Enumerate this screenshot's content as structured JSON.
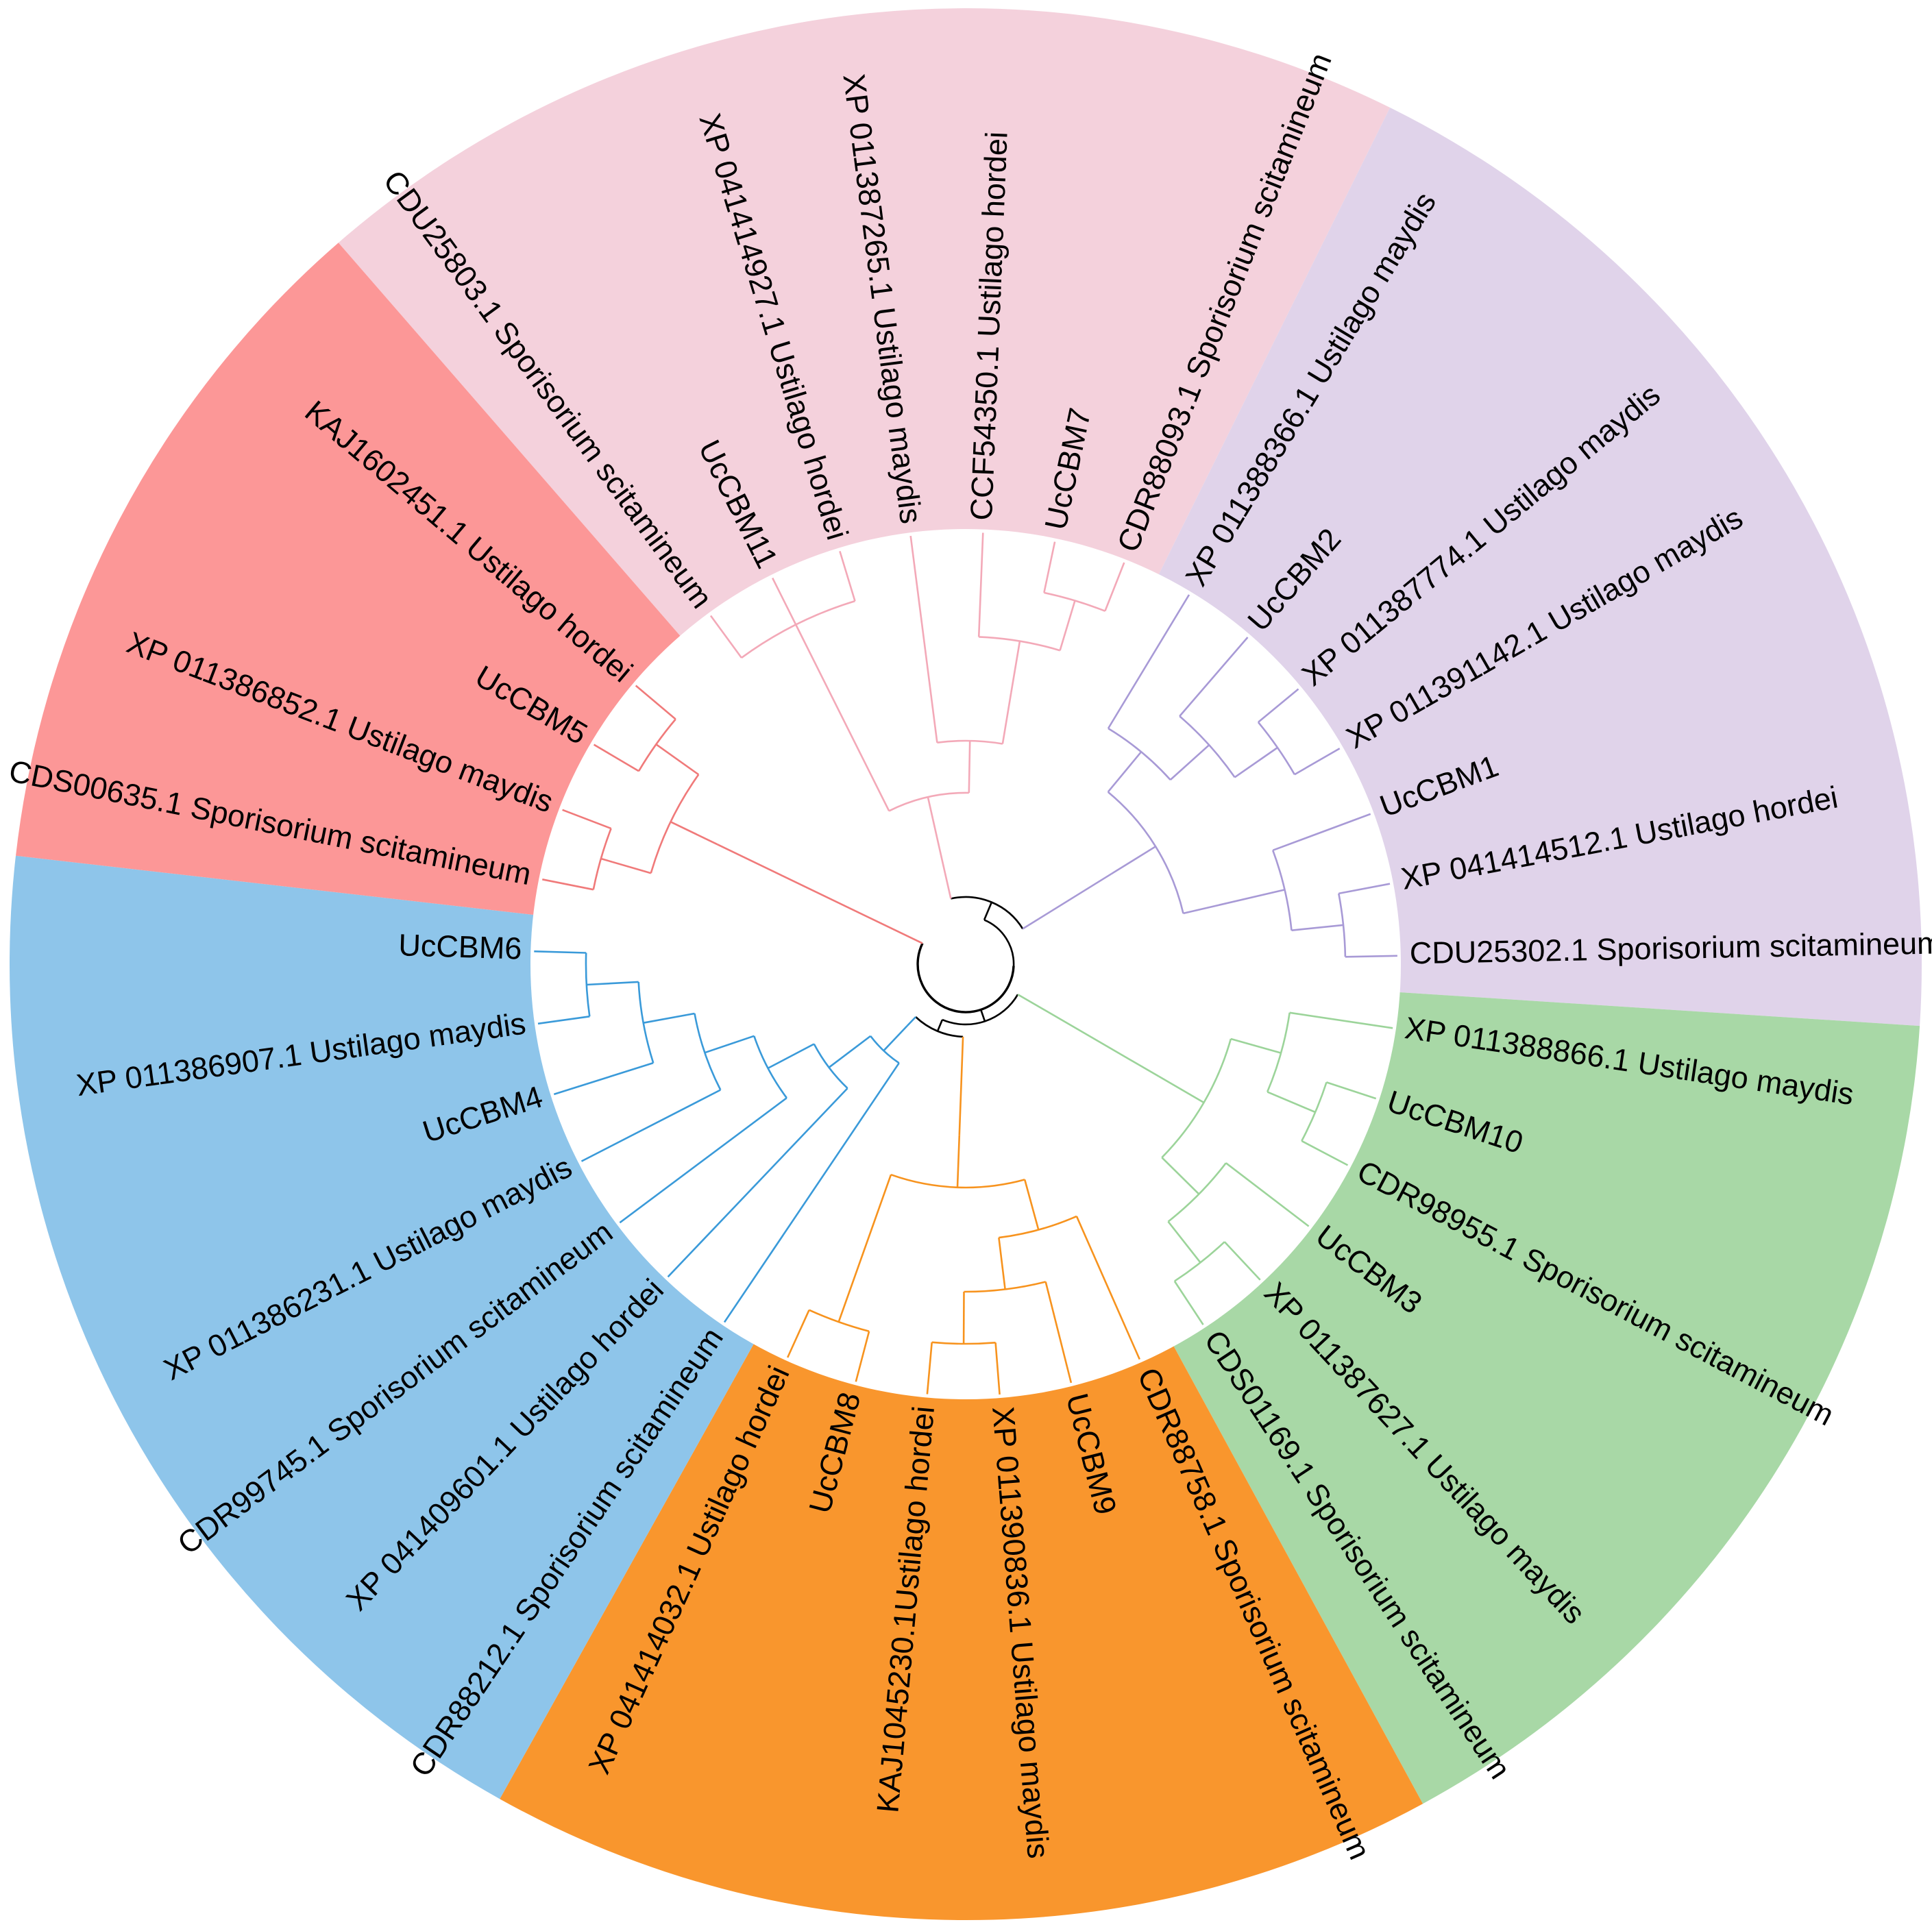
{
  "colors": {
    "clade_pink": "#f4d1dc",
    "clade_purple": "#e0d3ea",
    "clade_green": "#a8d8a6",
    "clade_orange": "#f9962d",
    "clade_blue": "#8ec5ea",
    "clade_red": "#fc9797",
    "branch_pink": "#f3a9b8",
    "branch_purple": "#a89ad6",
    "branch_green": "#9cd49a",
    "branch_orange": "#f7931e",
    "branch_blue": "#3a9ad9",
    "branch_red": "#f07a7a",
    "root": "#000000"
  },
  "clades": [
    {
      "name": "pink",
      "label_order": [
        "CDU25803.1 Sporisorium scitamineum",
        "UcCBM11",
        "XP 041414927.1 Ustilago hordei",
        "XP 011387265.1 Ustilago maydis",
        "CCF54350.1 Ustilago hordei",
        "UcCBM7",
        "CDR88093.1 Sporisorium scitamineum"
      ]
    },
    {
      "name": "purple",
      "label_order": [
        "XP 011388366.1 Ustilago maydis",
        "UcCBM2",
        "XP 011387774.1 Ustilago maydis",
        "XP 011391142.1 Ustilago maydis",
        "UcCBM1",
        "XP 041414512.1 Ustilago hordei",
        "CDU25302.1 Sporisorium scitamineum"
      ]
    },
    {
      "name": "green",
      "label_order": [
        "XP 011388866.1 Ustilago maydis",
        "UcCBM10",
        "CDR98955.1 Sporisorium scitamineum",
        "UcCBM3",
        "XP 011387627.1 Ustilago maydis",
        "CDS01169.1 Sporisorium scitamineum"
      ]
    },
    {
      "name": "orange",
      "label_order": [
        "CDR88758.1 Sporisorium scitamineum",
        "UcCBM9",
        "XP 011390836.1 Ustilago maydis",
        "KAJ1045230.1Ustilago hordei",
        "UcCBM8",
        "XP 041414032.1 Ustilago hordei"
      ]
    },
    {
      "name": "blue",
      "label_order": [
        "CDR88212.1 Sporisorium scitamineum",
        "XP 041409601.1 Ustilago hordei",
        "CDR99745.1 Sporisorium scitamineum",
        "XP 011386231.1 Ustilago maydis",
        "UcCBM4",
        "XP 011386907.1 Ustilago maydis",
        "UcCBM6"
      ]
    },
    {
      "name": "red",
      "label_order": [
        "CDS00635.1 Sporisorium scitamineum",
        "XP 011386852.1 Ustilago maydis",
        "UcCBM5",
        "KAJ1602451.1 Ustilago hordei"
      ]
    }
  ],
  "leaves": [
    {
      "id": "l01",
      "label": "CDU25803.1 Sporisorium scitamineum",
      "clade": "pink"
    },
    {
      "id": "l02",
      "label": "UcCBM11",
      "clade": "pink"
    },
    {
      "id": "l03",
      "label": "XP 041414927.1 Ustilago hordei",
      "clade": "pink"
    },
    {
      "id": "l04",
      "label": "XP 011387265.1 Ustilago maydis",
      "clade": "pink"
    },
    {
      "id": "l05",
      "label": "CCF54350.1 Ustilago hordei",
      "clade": "pink"
    },
    {
      "id": "l06",
      "label": "UcCBM7",
      "clade": "pink"
    },
    {
      "id": "l07",
      "label": "CDR88093.1 Sporisorium scitamineum",
      "clade": "pink"
    },
    {
      "id": "l08",
      "label": "XP 011388366.1 Ustilago maydis",
      "clade": "purple"
    },
    {
      "id": "l09",
      "label": "UcCBM2",
      "clade": "purple"
    },
    {
      "id": "l10",
      "label": "XP 011387774.1 Ustilago maydis",
      "clade": "purple"
    },
    {
      "id": "l11",
      "label": "XP 011391142.1 Ustilago maydis",
      "clade": "purple"
    },
    {
      "id": "l12",
      "label": "UcCBM1",
      "clade": "purple"
    },
    {
      "id": "l13",
      "label": "XP 041414512.1 Ustilago hordei",
      "clade": "purple"
    },
    {
      "id": "l14",
      "label": "CDU25302.1 Sporisorium scitamineum",
      "clade": "purple"
    },
    {
      "id": "l15",
      "label": "XP 011388866.1 Ustilago maydis",
      "clade": "green"
    },
    {
      "id": "l16",
      "label": "UcCBM10",
      "clade": "green"
    },
    {
      "id": "l17",
      "label": "CDR98955.1 Sporisorium scitamineum",
      "clade": "green"
    },
    {
      "id": "l18",
      "label": "UcCBM3",
      "clade": "green"
    },
    {
      "id": "l19",
      "label": "XP 011387627.1 Ustilago maydis",
      "clade": "green"
    },
    {
      "id": "l20",
      "label": "CDS01169.1 Sporisorium scitamineum",
      "clade": "green"
    },
    {
      "id": "l21",
      "label": "CDR88758.1 Sporisorium scitamineum",
      "clade": "orange"
    },
    {
      "id": "l22",
      "label": "UcCBM9",
      "clade": "orange"
    },
    {
      "id": "l23",
      "label": "XP 011390836.1 Ustilago maydis",
      "clade": "orange"
    },
    {
      "id": "l24",
      "label": "KAJ1045230.1Ustilago hordei",
      "clade": "orange"
    },
    {
      "id": "l25",
      "label": "UcCBM8",
      "clade": "orange"
    },
    {
      "id": "l26",
      "label": "XP 041414032.1 Ustilago hordei",
      "clade": "orange"
    },
    {
      "id": "l27",
      "label": "CDR88212.1 Sporisorium scitamineum",
      "clade": "blue"
    },
    {
      "id": "l28",
      "label": "XP 041409601.1 Ustilago hordei",
      "clade": "blue"
    },
    {
      "id": "l29",
      "label": "CDR99745.1 Sporisorium scitamineum",
      "clade": "blue"
    },
    {
      "id": "l30",
      "label": "XP 011386231.1 Ustilago maydis",
      "clade": "blue"
    },
    {
      "id": "l31",
      "label": "UcCBM4",
      "clade": "blue"
    },
    {
      "id": "l32",
      "label": "XP 011386907.1 Ustilago maydis",
      "clade": "blue"
    },
    {
      "id": "l33",
      "label": "UcCBM6",
      "clade": "blue"
    },
    {
      "id": "l34",
      "label": "CDS00635.1 Sporisorium scitamineum",
      "clade": "red"
    },
    {
      "id": "l35",
      "label": "XP 011386852.1 Ustilago maydis",
      "clade": "red"
    },
    {
      "id": "l36",
      "label": "UcCBM5",
      "clade": "red"
    },
    {
      "id": "l37",
      "label": "KAJ1602451.1 Ustilago hordei",
      "clade": "red"
    }
  ],
  "tree": {
    "children": [
      {
        "clade": "red",
        "children": [
          {
            "children": [
              {
                "children": [
                  {
                    "leaf": "l34"
                  },
                  {
                    "leaf": "l35"
                  }
                ]
              },
              {
                "children": [
                  {
                    "leaf": "l36"
                  },
                  {
                    "leaf": "l37"
                  }
                ]
              }
            ]
          }
        ]
      },
      {
        "children": [
          {
            "children": [
              {
                "clade": "pink",
                "children": [
                  {
                    "children": [
                      {
                        "children": [
                          {
                            "leaf": "l01"
                          },
                          {
                            "leaf": "l02"
                          },
                          {
                            "leaf": "l03"
                          }
                        ]
                      },
                      {
                        "children": [
                          {
                            "leaf": "l04"
                          },
                          {
                            "children": [
                              {
                                "children": [
                                  {
                                    "leaf": "l05"
                                  },
                                  {
                                    "children": [
                                      {
                                        "leaf": "l06"
                                      },
                                      {
                                        "leaf": "l07"
                                      }
                                    ]
                                  }
                                ]
                              }
                            ]
                          }
                        ]
                      }
                    ]
                  }
                ]
              },
              {
                "clade": "purple",
                "children": [
                  {
                    "children": [
                      {
                        "children": [
                          {
                            "leaf": "l08"
                          },
                          {
                            "children": [
                              {
                                "leaf": "l09"
                              },
                              {
                                "children": [
                                  {
                                    "leaf": "l10"
                                  },
                                  {
                                    "leaf": "l11"
                                  }
                                ]
                              }
                            ]
                          }
                        ]
                      },
                      {
                        "children": [
                          {
                            "leaf": "l12"
                          },
                          {
                            "children": [
                              {
                                "leaf": "l13"
                              },
                              {
                                "leaf": "l14"
                              }
                            ]
                          }
                        ]
                      }
                    ]
                  }
                ]
              }
            ]
          },
          {
            "children": [
              {
                "clade": "green",
                "children": [
                  {
                    "children": [
                      {
                        "children": [
                          {
                            "leaf": "l15"
                          },
                          {
                            "children": [
                              {
                                "leaf": "l16"
                              },
                              {
                                "leaf": "l17"
                              }
                            ]
                          }
                        ]
                      },
                      {
                        "children": [
                          {
                            "leaf": "l18"
                          },
                          {
                            "children": [
                              {
                                "leaf": "l19"
                              },
                              {
                                "leaf": "l20"
                              }
                            ]
                          }
                        ]
                      }
                    ]
                  }
                ]
              },
              {
                "children": [
                  {
                    "clade": "orange",
                    "children": [
                      {
                        "children": [
                          {
                            "children": [
                              {
                                "leaf": "l21"
                              },
                              {
                                "children": [
                                  {
                                    "leaf": "l22"
                                  },
                                  {
                                    "children": [
                                      {
                                        "leaf": "l23"
                                      },
                                      {
                                        "leaf": "l24"
                                      }
                                    ]
                                  }
                                ]
                              }
                            ]
                          },
                          {
                            "children": [
                              {
                                "leaf": "l25"
                              },
                              {
                                "leaf": "l26"
                              }
                            ]
                          }
                        ]
                      }
                    ]
                  },
                  {
                    "clade": "blue",
                    "children": [
                      {
                        "children": [
                          {
                            "leaf": "l27"
                          },
                          {
                            "children": [
                              {
                                "leaf": "l28"
                              },
                              {
                                "children": [
                                  {
                                    "leaf": "l29"
                                  },
                                  {
                                    "children": [
                                      {
                                        "leaf": "l30"
                                      },
                                      {
                                        "children": [
                                          {
                                            "leaf": "l31"
                                          },
                                          {
                                            "children": [
                                              {
                                                "leaf": "l32"
                                              },
                                              {
                                                "leaf": "l33"
                                              }
                                            ]
                                          }
                                        ]
                                      }
                                    ]
                                  }
                                ]
                              }
                            ]
                          }
                        ]
                      }
                    ]
                  }
                ]
              }
            ]
          }
        ]
      }
    ]
  }
}
